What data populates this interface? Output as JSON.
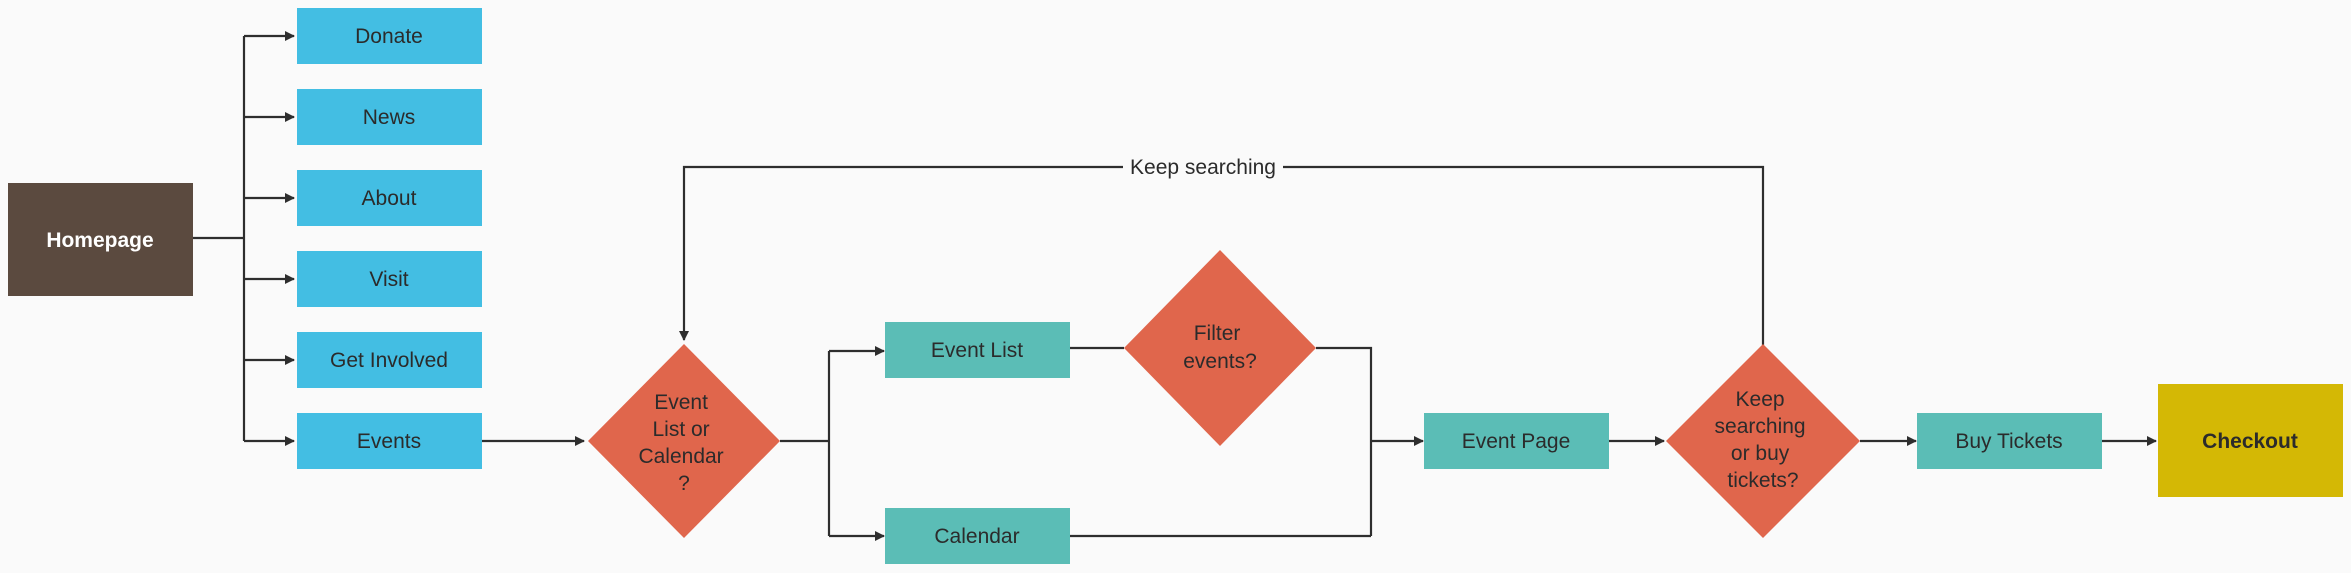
{
  "colors": {
    "background": "#fafafa",
    "homepage_fill": "#5b4a3f",
    "nav_fill": "#43bee3",
    "decision_fill": "#e0664c",
    "step_fill": "#5bbdb6",
    "checkout_fill": "#d4b805",
    "line": "#2e2e2e"
  },
  "homepage": {
    "label": "Homepage"
  },
  "nav": {
    "donate": "Donate",
    "news": "News",
    "about": "About",
    "visit": "Visit",
    "get_involved": "Get Involved",
    "events": "Events"
  },
  "decisions": {
    "list_or_calendar": [
      "Event",
      "List or",
      "Calendar",
      "?"
    ],
    "filter_events": [
      "Filter",
      "events?"
    ],
    "keep_searching_or_buy": [
      "Keep",
      "searching",
      "or buy",
      "tickets?"
    ]
  },
  "steps": {
    "event_list": "Event List",
    "calendar": "Calendar",
    "event_page": "Event Page",
    "buy_tickets": "Buy Tickets",
    "checkout": "Checkout"
  },
  "loop_label": "Keep searching"
}
